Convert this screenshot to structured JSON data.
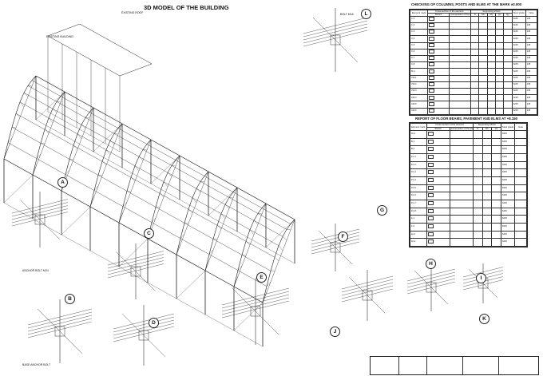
{
  "title": "3D MODEL OF THE BUILDING",
  "table_columns": {
    "title": "CHECKING OF COLUMNS, POSTS AND ELMS AT THE MARK ±0.000",
    "headers": [
      "Element mark",
      "Cross-section of the element",
      "Supporting efforts",
      "Steel grade",
      "Note"
    ],
    "sub_headers": [
      "Sketch",
      "Composition of the element",
      "N",
      "Mx",
      "My",
      "Qx",
      "Qy"
    ],
    "rows": [
      "C-1",
      "C-2",
      "C-3",
      "C-4",
      "C-5",
      "C-6",
      "C-7",
      "C-8",
      "Br-1",
      "CW-1",
      "CW-2",
      "CW-3",
      "CW-4",
      "CW-5",
      "CW-6"
    ],
    "steel_grade": "S245",
    "note": "245"
  },
  "table_beams": {
    "title": "REPORT OF FLOOR BEAMS, PAVEMENT AND ELMS AT +8.150",
    "headers": [
      "Element mark",
      "Cross-section of the element",
      "Supporting efforts",
      "Steel grade",
      "Note"
    ],
    "sub_headers": [
      "Sketch",
      "Composition of the element",
      "N",
      "Mx",
      "Qx"
    ],
    "rows": [
      "Fb-1",
      "B-1",
      "B-2",
      "FC-1",
      "FC-2",
      "FC-3",
      "FC-4",
      "FC-5",
      "FC-6",
      "FC-7",
      "FC-8",
      "F-1",
      "F-2",
      "Fp-1",
      "Fp-2"
    ],
    "steel_grade": "S245"
  },
  "model_labels": {
    "existing_building": "EXISTING BUILDING",
    "existing_roof": "EXISTING ROOF"
  },
  "callouts": [
    "A",
    "B",
    "C",
    "D",
    "E",
    "F",
    "G",
    "H",
    "I",
    "J",
    "K",
    "L"
  ],
  "detail_notes": {
    "bolts": "BOLT M16",
    "anchor": "ANCHOR BOLT M24",
    "base": "BASE ANCHOR BOLT"
  }
}
